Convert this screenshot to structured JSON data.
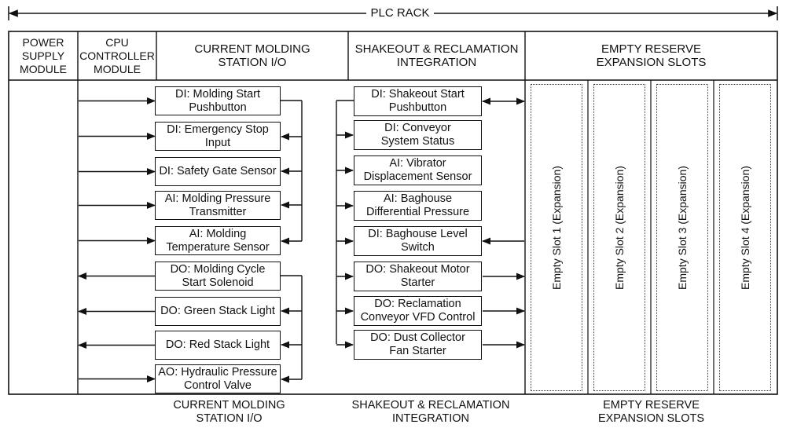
{
  "rack_title": "PLC RACK",
  "columns": {
    "power": "POWER\nSUPPLY\nMODULE",
    "cpu": "CPU\nCONTROLLER\nMODULE",
    "molding": "CURRENT MOLDING\nSTATION I/O",
    "shakeout": "SHAKEOUT & RECLAMATION\nINTEGRATION",
    "reserve": "EMPTY RESERVE\nEXPANSION SLOTS"
  },
  "footer": {
    "molding": "CURRENT MOLDING\nSTATION I/O",
    "shakeout": "SHAKEOUT & RECLAMATION\nINTEGRATION",
    "reserve": "EMPTY RESERVE\nEXPANSION SLOTS"
  },
  "molding_io": [
    {
      "label": "DI: Molding Start\nPushbutton",
      "dir": "in"
    },
    {
      "label": "DI: Emergency Stop\nInput",
      "dir": "in"
    },
    {
      "label": "DI: Safety Gate Sensor",
      "dir": "in"
    },
    {
      "label": "AI: Molding Pressure\nTransmitter",
      "dir": "in"
    },
    {
      "label": "AI: Molding\nTemperature Sensor",
      "dir": "in"
    },
    {
      "label": "DO: Molding Cycle\nStart Solenoid",
      "dir": "out"
    },
    {
      "label": "DO: Green Stack Light",
      "dir": "out"
    },
    {
      "label": "DO: Red Stack Light",
      "dir": "out"
    },
    {
      "label": "AO: Hydraulic Pressure\nControl Valve",
      "dir": "in"
    }
  ],
  "shakeout_io": [
    {
      "label": "DI: Shakeout Start\nPushbutton",
      "dir": "both"
    },
    {
      "label": "DI: Conveyor\nSystem Status",
      "dir": "none"
    },
    {
      "label": "AI: Vibrator\nDisplacement Sensor",
      "dir": "none"
    },
    {
      "label": "AI: Baghouse\nDifferential Pressure",
      "dir": "none"
    },
    {
      "label": "DI: Baghouse Level\nSwitch",
      "dir": "left"
    },
    {
      "label": "DO: Shakeout Motor\nStarter",
      "dir": "right"
    },
    {
      "label": "DO: Reclamation\nConveyor VFD Control",
      "dir": "right"
    },
    {
      "label": "DO: Dust Collector\nFan Starter",
      "dir": "right"
    }
  ],
  "reserve_slots": [
    "Empty Slot 1 (Expansion)",
    "Empty Slot 2 (Expansion)",
    "Empty Slot 3 (Expansion)",
    "Empty Slot 4 (Expansion)"
  ]
}
